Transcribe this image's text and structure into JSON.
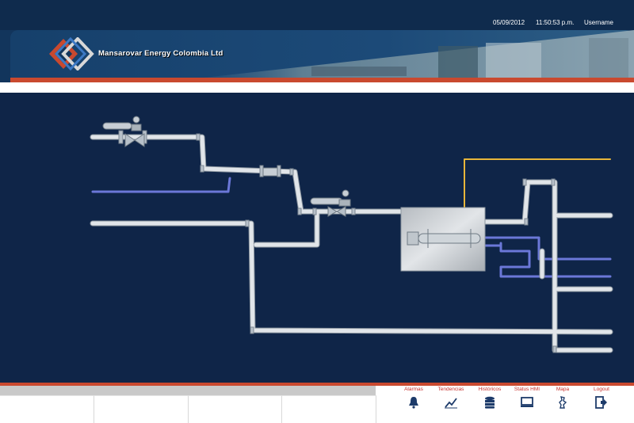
{
  "header": {
    "date": "05/09/2012",
    "time": "11:50:53 p.m.",
    "username": "Username",
    "company": "Mansarovar Energy Colombia Ltd"
  },
  "nav": [
    {
      "label": "Alarmas",
      "icon": "bell-icon"
    },
    {
      "label": "Tendencias",
      "icon": "trend-chart-icon"
    },
    {
      "label": "Históricos",
      "icon": "database-icon"
    },
    {
      "label": "Status HMI",
      "icon": "monitor-icon"
    },
    {
      "label": "Mapa",
      "icon": "map-icon"
    },
    {
      "label": "Logout",
      "icon": "logout-icon"
    }
  ],
  "colors": {
    "header_bg": "#0f2b4d",
    "canvas_bg": "#0f2548",
    "accent": "#c9492f",
    "pipe": "#d8dde2",
    "blue_pipe": "#6b78d8",
    "gas_pipe": "#e8b63a"
  }
}
